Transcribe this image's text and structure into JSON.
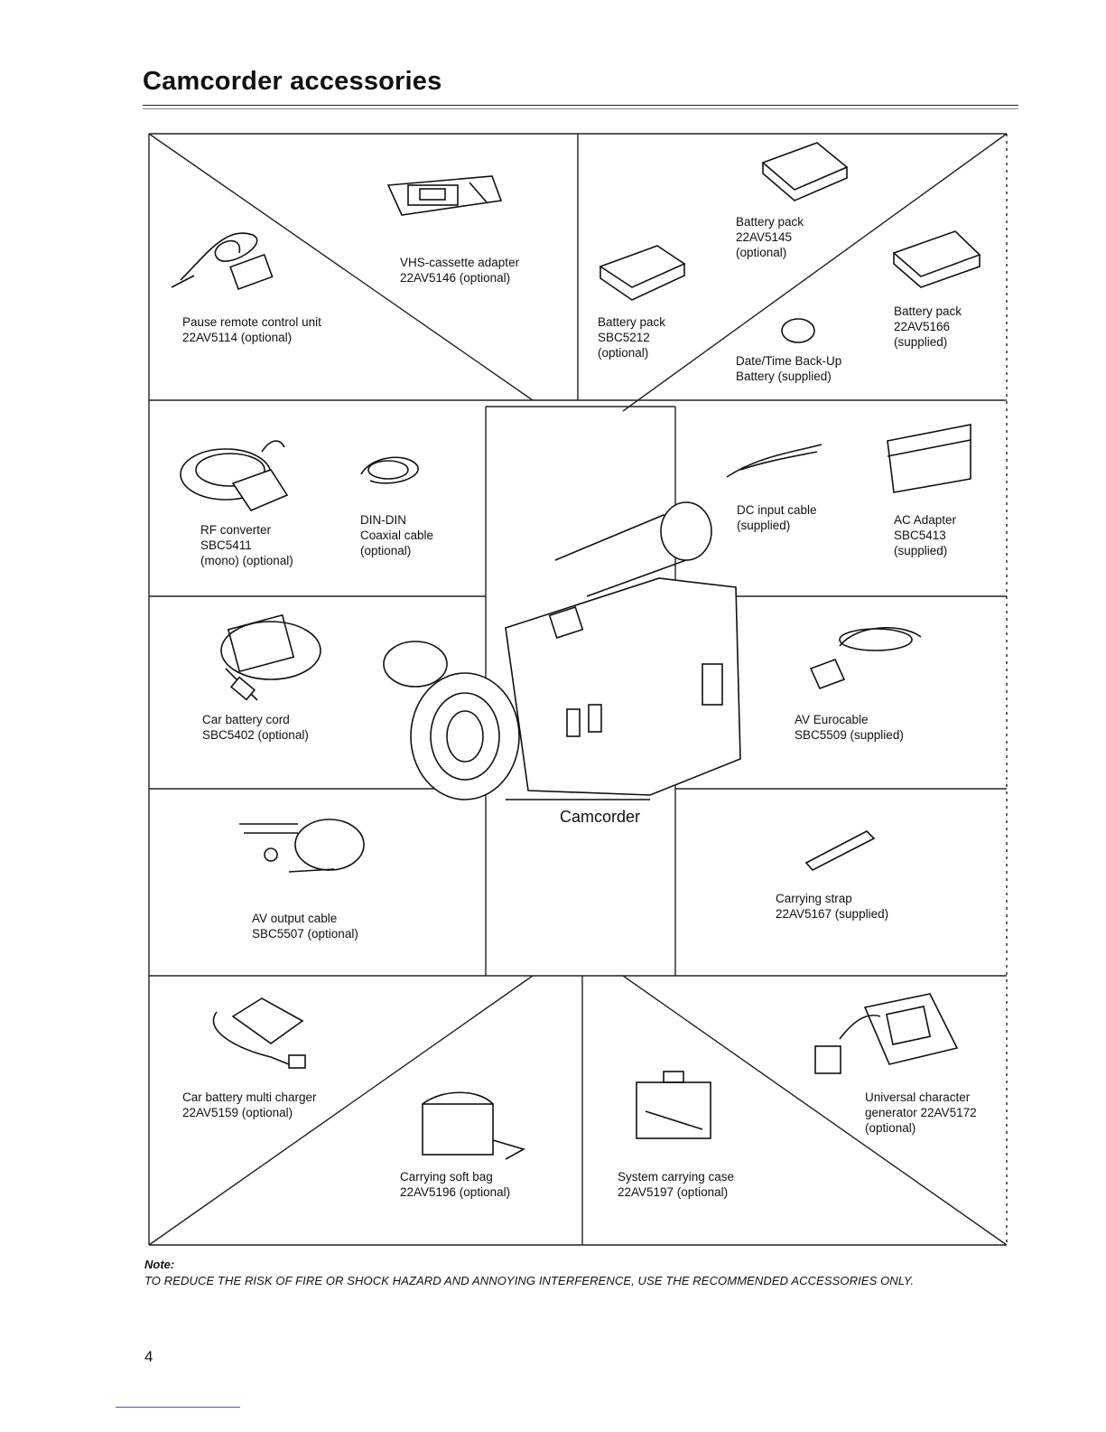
{
  "page": {
    "title": "Camcorder accessories",
    "page_number": "4"
  },
  "accessories": {
    "pause_remote": [
      "Pause remote control unit",
      "22AV5114 (optional)"
    ],
    "vhs_adapter": [
      "VHS-cassette adapter",
      "22AV5146 (optional)"
    ],
    "battery_5212": [
      "Battery pack",
      "SBC5212",
      "(optional)"
    ],
    "battery_5145": [
      "Battery pack",
      "22AV5145",
      "(optional)"
    ],
    "battery_5166": [
      "Battery pack",
      "22AV5166",
      "(supplied)"
    ],
    "datetime_battery": [
      "Date/Time Back-Up",
      "Battery (supplied)"
    ],
    "rf_converter": [
      "RF converter",
      "SBC5411",
      "(mono) (optional)"
    ],
    "din_cable": [
      "DIN-DIN",
      "Coaxial cable",
      "(optional)"
    ],
    "dc_cable": [
      "DC input cable",
      "(supplied)"
    ],
    "ac_adapter": [
      "AC Adapter",
      "SBC5413",
      "(supplied)"
    ],
    "car_cord": [
      "Car battery cord",
      "SBC5402 (optional)"
    ],
    "av_eurocable": [
      "AV Eurocable",
      "SBC5509 (supplied)"
    ],
    "av_output": [
      "AV output cable",
      "SBC5507 (optional)"
    ],
    "carrying_strap": [
      "Carrying strap",
      "22AV5167 (supplied)"
    ],
    "car_charger": [
      "Car battery multi charger",
      "22AV5159 (optional)"
    ],
    "soft_bag": [
      "Carrying soft bag",
      "22AV5196 (optional)"
    ],
    "carrying_case": [
      "System carrying case",
      "22AV5197 (optional)"
    ],
    "char_generator": [
      "Universal character",
      "generator 22AV5172",
      "(optional)"
    ],
    "camcorder": "Camcorder"
  },
  "note": {
    "heading": "Note:",
    "text": "TO REDUCE THE RISK OF FIRE OR SHOCK HAZARD AND ANNOYING INTERFERENCE, USE THE RECOMMENDED ACCESSORIES ONLY."
  }
}
